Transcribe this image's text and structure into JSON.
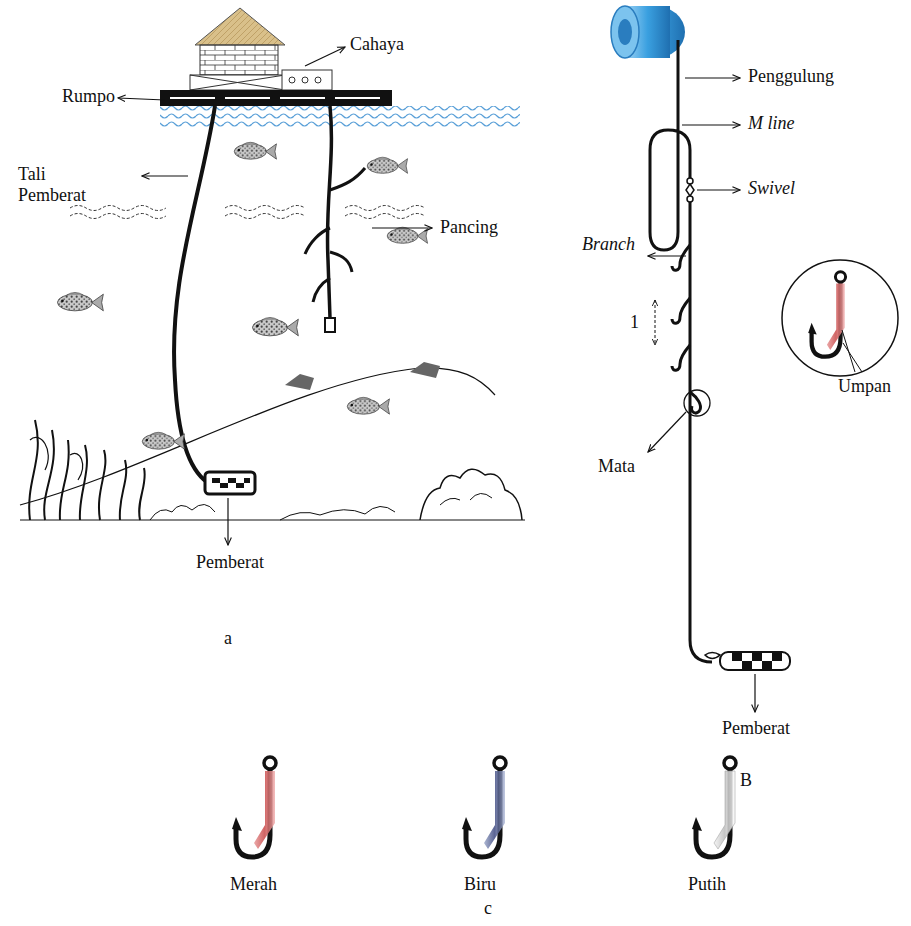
{
  "diagram": {
    "labels": [
      "Rumpo",
      "Cahaya",
      "Tali Pemberat",
      "Pancing",
      "Pemberat",
      "a",
      "Penggulung",
      "M line",
      "Swivel",
      "Branch",
      "1",
      "Umpan",
      "Mata",
      "Pemberat",
      "B",
      "Merah",
      "Biru",
      "Putih",
      "c"
    ]
  }
}
